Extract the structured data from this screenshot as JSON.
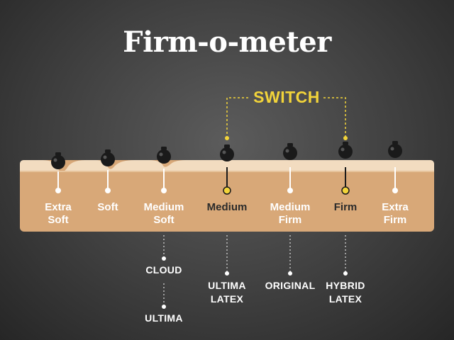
{
  "title": "Firm-o-meter",
  "switch_label": "SWITCH",
  "colors": {
    "accent": "#f2d43a",
    "mattress_body": "#d8a878",
    "mattress_top": "#f2dcc0",
    "weight": "#1a1a1a",
    "label_light": "#ffffff",
    "label_dark": "#2b2b2b"
  },
  "scale": [
    {
      "line1": "Extra",
      "line2": "Soft"
    },
    {
      "line1": "Soft",
      "line2": ""
    },
    {
      "line1": "Medium",
      "line2": "Soft"
    },
    {
      "line1": "Medium",
      "line2": ""
    },
    {
      "line1": "Medium",
      "line2": "Firm"
    },
    {
      "line1": "Firm",
      "line2": ""
    },
    {
      "line1": "Extra",
      "line2": "Firm"
    }
  ],
  "models": [
    {
      "line1": "CLOUD",
      "line2": ""
    },
    {
      "line1": "ULTIMA",
      "line2": ""
    },
    {
      "line1": "ULTIMA",
      "line2": "LATEX"
    },
    {
      "line1": "ORIGINAL",
      "line2": ""
    },
    {
      "line1": "HYBRID",
      "line2": "LATEX"
    }
  ]
}
